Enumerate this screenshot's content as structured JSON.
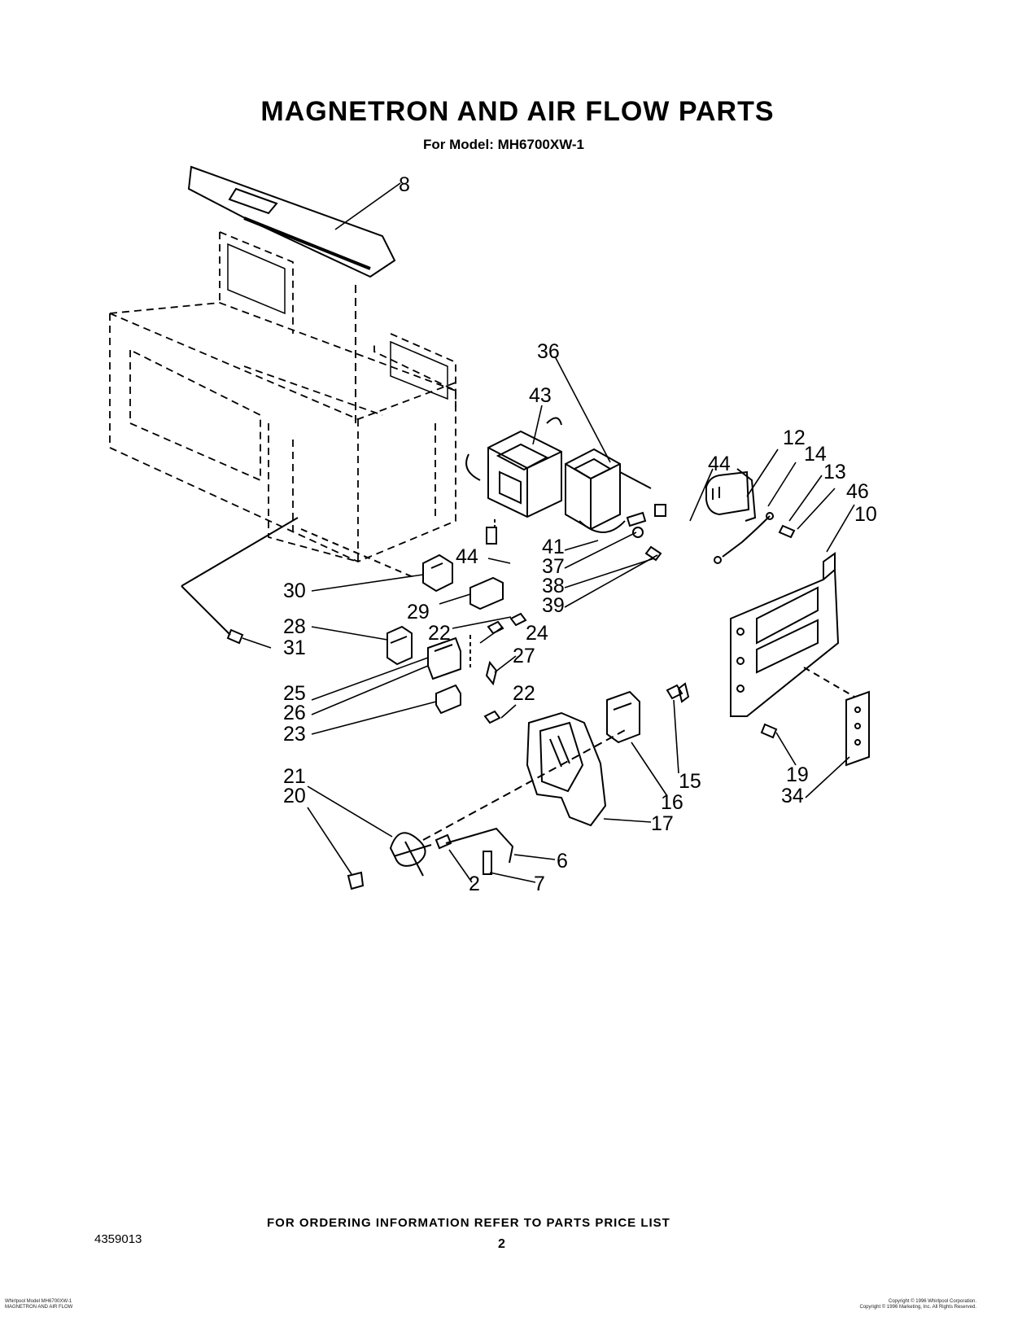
{
  "title": "MAGNETRON AND AIR FLOW PARTS",
  "subtitle": "For Model: MH6700XW-1",
  "part_labels": [
    "8",
    "36",
    "43",
    "44",
    "12",
    "14",
    "13",
    "46",
    "10",
    "44",
    "41",
    "37",
    "38",
    "39",
    "30",
    "29",
    "22",
    "24",
    "28",
    "31",
    "27",
    "22",
    "25",
    "26",
    "23",
    "15",
    "16",
    "17",
    "19",
    "34",
    "21",
    "20",
    "6",
    "2",
    "7"
  ],
  "footer": {
    "ordering_info": "FOR ORDERING INFORMATION REFER TO PARTS PRICE LIST",
    "doc_number": "4359013",
    "page_number": "2",
    "fine_left_1": "Whirlpool Model MH6700XW-1",
    "fine_left_2": "MAGNETRON AND AIR FLOW",
    "fine_right_1": "Copyright © 1996 Whirlpool Corporation.",
    "fine_right_2": "Copyright © 1996 Marketing, Inc. All Rights Reserved."
  }
}
